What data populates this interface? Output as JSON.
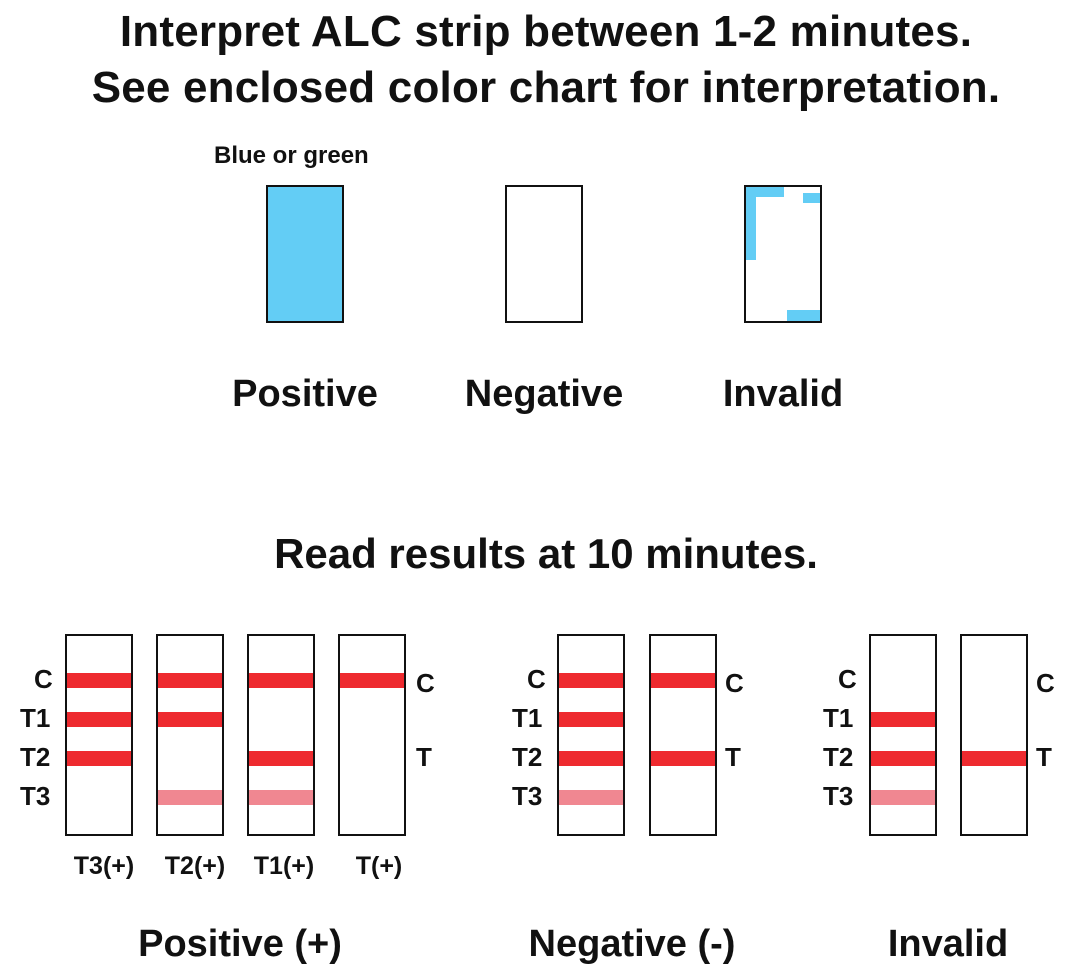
{
  "header": {
    "line1": "Interpret ALC strip between 1-2 minutes.",
    "line2": "See enclosed color chart for interpretation."
  },
  "alc": {
    "note": "Blue or green",
    "labels": {
      "positive": "Positive",
      "negative": "Negative",
      "invalid": "Invalid"
    },
    "colors": {
      "blue": "#63cdf5"
    }
  },
  "read": {
    "title": "Read results at 10 minutes."
  },
  "line_labels": {
    "c": "C",
    "t1": "T1",
    "t2": "T2",
    "t3": "T3",
    "t": "T"
  },
  "strip_captions": {
    "t3": "T3(+)",
    "t2": "T2(+)",
    "t1": "T1(+)",
    "t": "T(+)"
  },
  "group_labels": {
    "positive": "Positive (+)",
    "negative": "Negative (-)",
    "invalid": "Invalid"
  },
  "colors": {
    "line_strong": "#ee2a2f",
    "line_faint": "#f08791",
    "outline": "#111111"
  }
}
